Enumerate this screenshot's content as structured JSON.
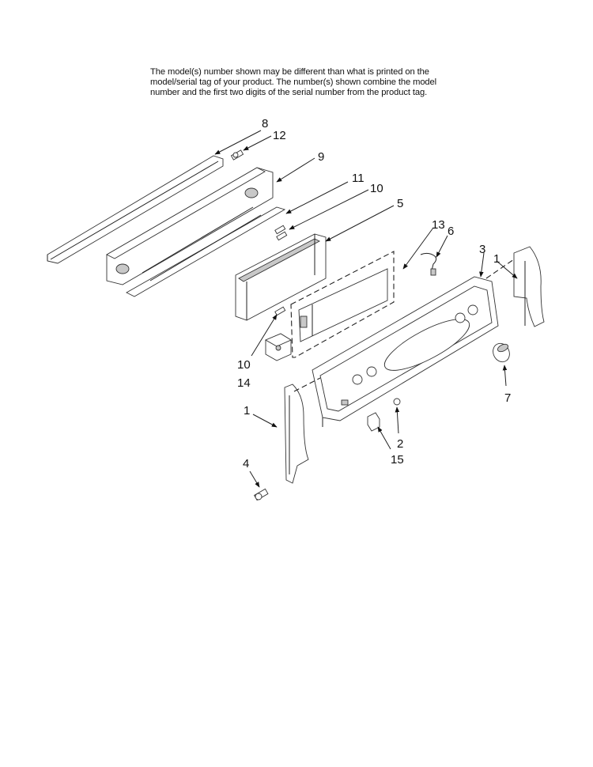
{
  "note": {
    "lines": [
      "The model(s) number shown may be different than what is printed on the",
      "model/serial tag of your product. The number(s) shown combine the model",
      "number and the first two digits of the serial number from the product tag."
    ]
  },
  "callouts": {
    "c8": "8",
    "c12": "12",
    "c9": "9",
    "c11": "11",
    "c10a": "10",
    "c5": "5",
    "c13": "13",
    "c6": "6",
    "c3": "3",
    "c1a": "1",
    "c10b": "10",
    "c14": "14",
    "c7": "7",
    "c1b": "1",
    "c2": "2",
    "c15": "15",
    "c4": "4"
  }
}
